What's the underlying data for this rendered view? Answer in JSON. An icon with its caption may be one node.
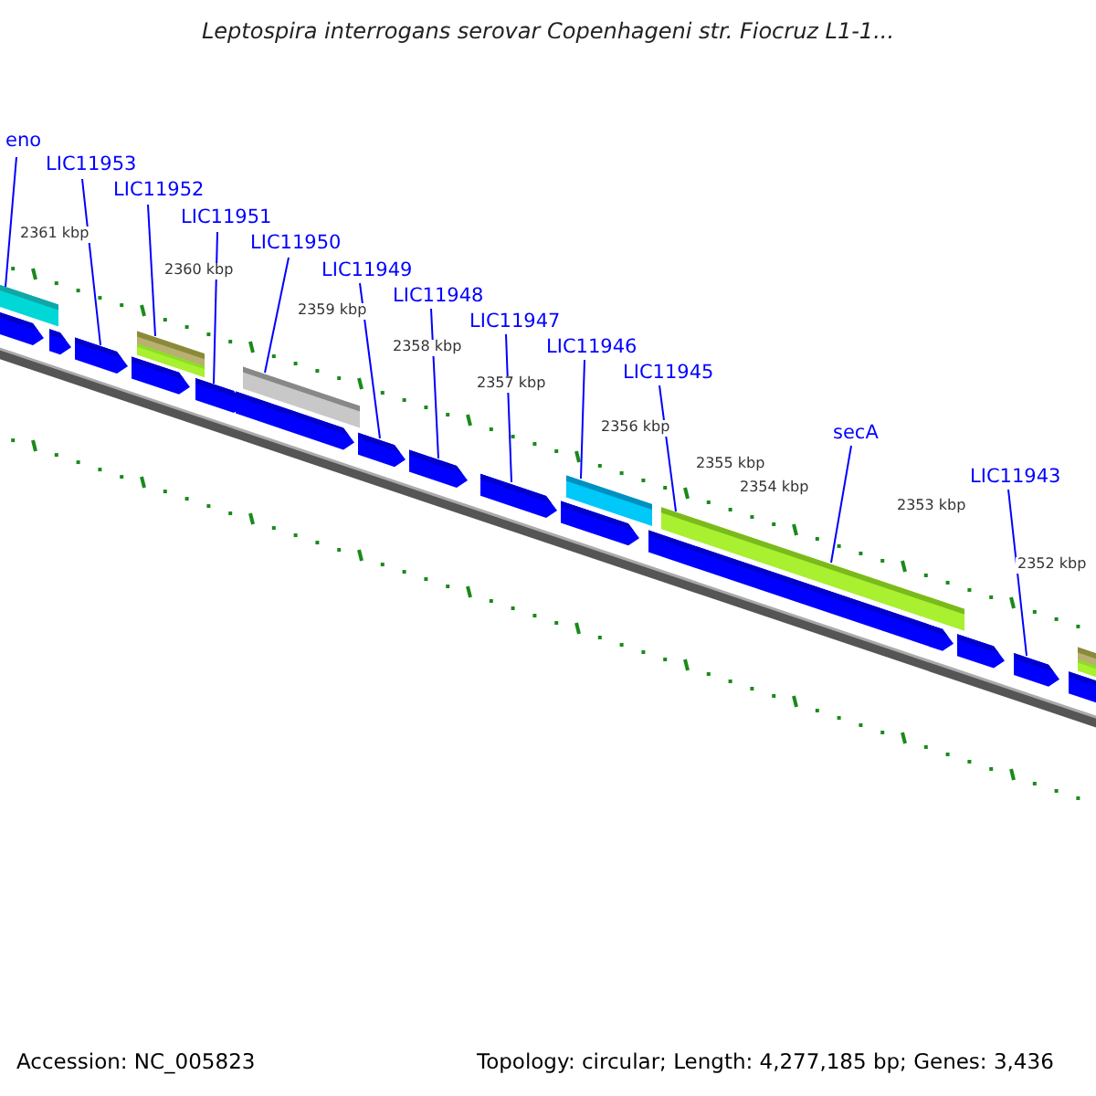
{
  "diagram": {
    "title": "Leptospira interrogans serovar Copenhageni str. Fiocruz L1-1...",
    "nodes": [
      {
        "text": [
          "eno"
        ]
      },
      {
        "text": [
          "LIC11953"
        ]
      },
      {
        "text": [
          "LIC11952"
        ]
      },
      {
        "text": [
          "LIC11951"
        ]
      },
      {
        "text": [
          "LIC11950"
        ]
      },
      {
        "text": [
          "LIC11949"
        ]
      },
      {
        "text": [
          "LIC11948"
        ]
      },
      {
        "text": [
          "LIC11947"
        ]
      },
      {
        "text": [
          "LIC11946"
        ]
      },
      {
        "text": [
          "LIC11945"
        ]
      },
      {
        "text": [
          "secA"
        ]
      },
      {
        "text": [
          "LIC11943"
        ]
      }
    ],
    "edges": [
      {
        "from": 0,
        "to": null,
        "arrow": "none"
      },
      {
        "from": 1,
        "to": null,
        "arrow": "none"
      },
      {
        "from": 2,
        "to": null,
        "arrow": "none"
      },
      {
        "from": 3,
        "to": null,
        "arrow": "none"
      },
      {
        "from": 4,
        "to": null,
        "arrow": "none"
      },
      {
        "from": 5,
        "to": null,
        "arrow": "none"
      },
      {
        "from": 6,
        "to": null,
        "arrow": "none"
      },
      {
        "from": 7,
        "to": null,
        "arrow": "none"
      },
      {
        "from": 8,
        "to": null,
        "arrow": "none"
      },
      {
        "from": 9,
        "to": null,
        "arrow": "none"
      },
      {
        "from": 10,
        "to": null,
        "arrow": "none"
      },
      {
        "from": 11,
        "to": null,
        "arrow": "none"
      }
    ],
    "labels": [
      "2361 kbp",
      "2360 kbp",
      "2359 kbp",
      "2358 kbp",
      "2357 kbp",
      "2356 kbp",
      "2355 kbp",
      "2354 kbp",
      "2353 kbp",
      "2352 kbp",
      "Accession: NC_005823",
      "Topology: circular; Length: 4,277,185 bp; Genes: 3,436"
    ]
  }
}
